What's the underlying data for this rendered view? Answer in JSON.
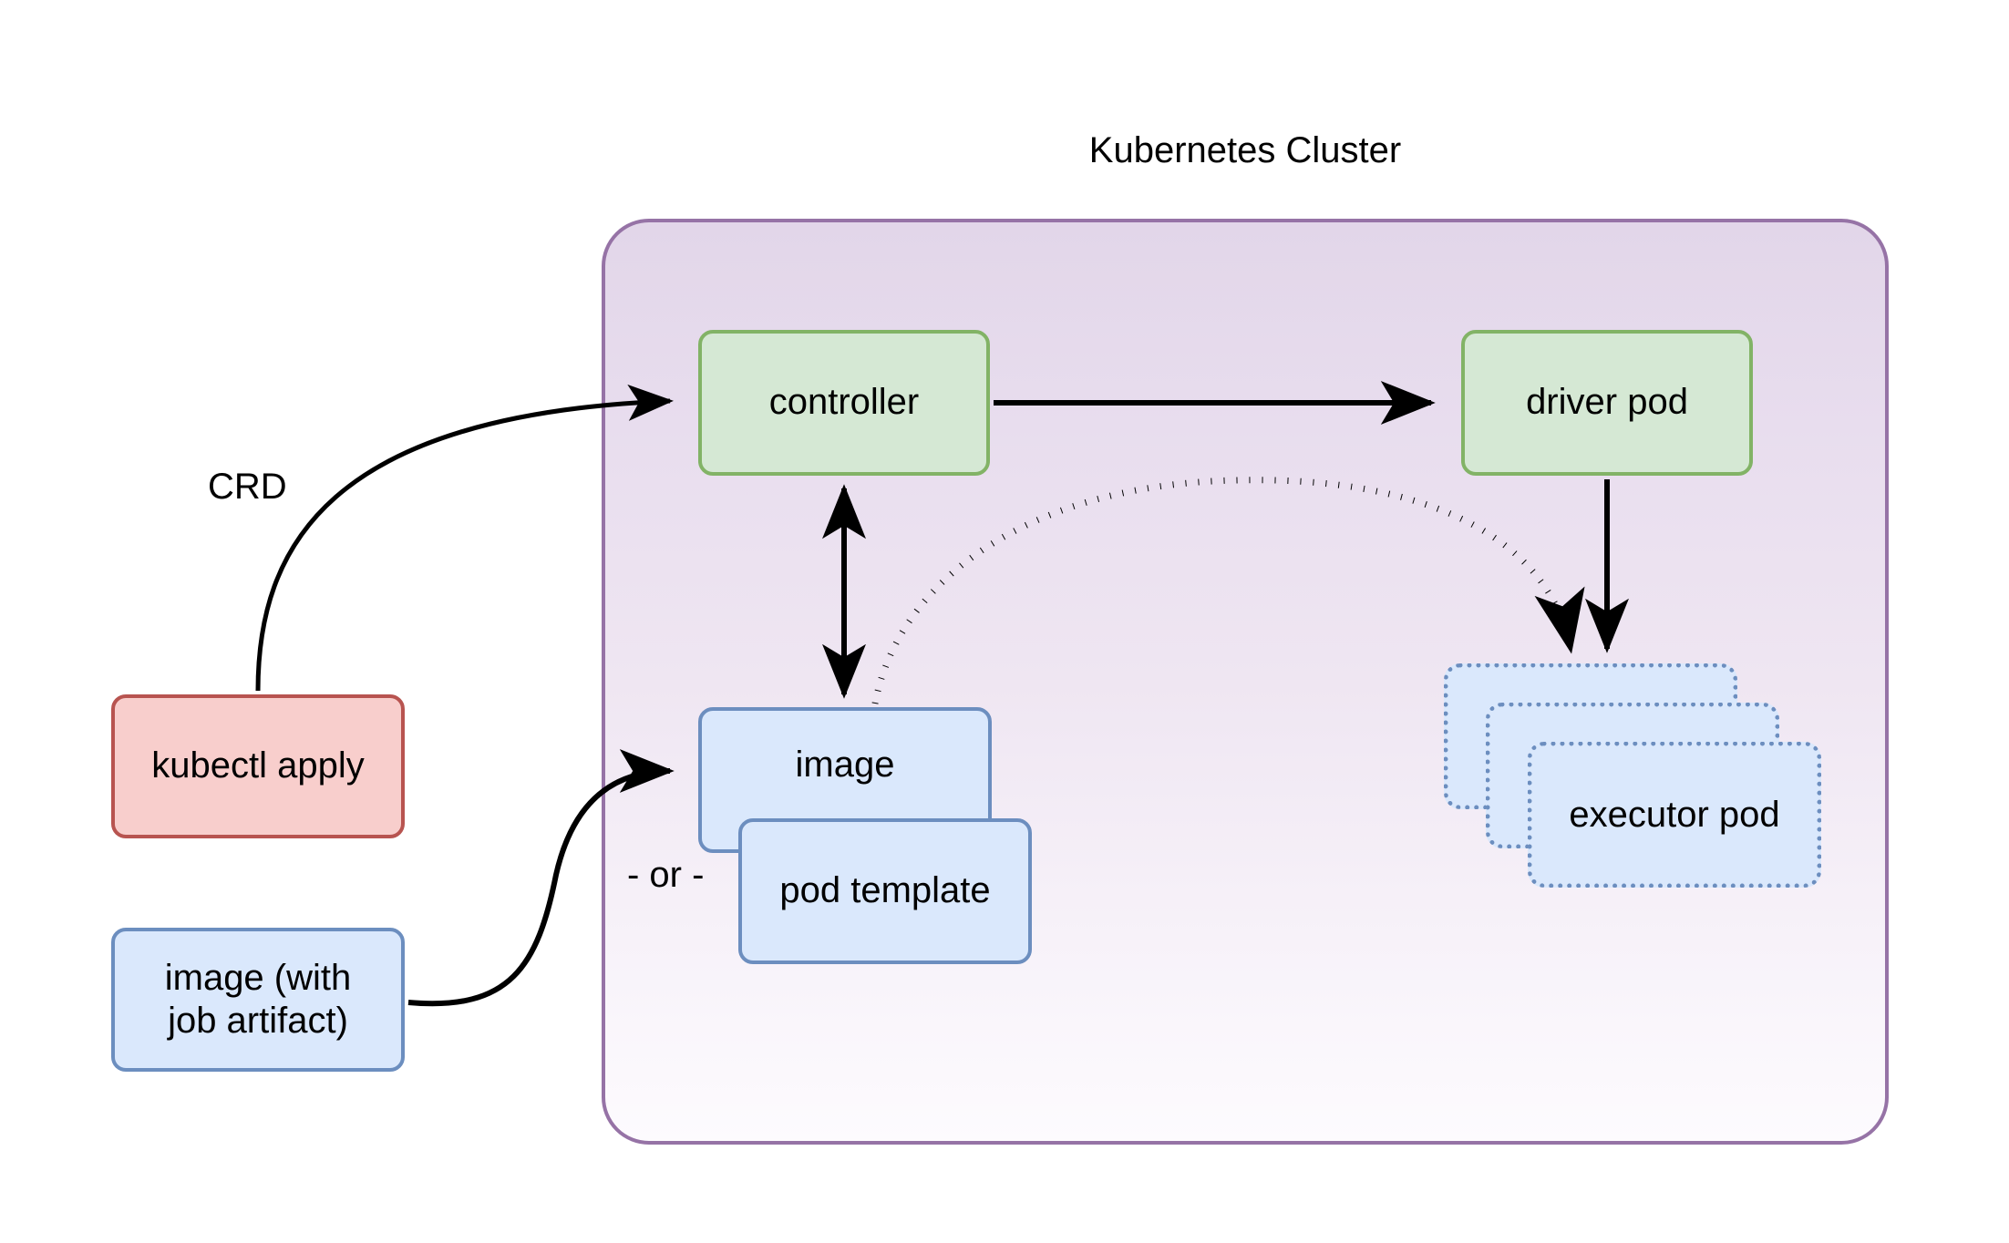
{
  "diagram": {
    "title": "Kubernetes Cluster",
    "cluster": {
      "label": "Kubernetes Cluster",
      "fill_top": "#e1d5e7",
      "fill_bottom": "#fdfbfe",
      "stroke": "#9673a6"
    },
    "colors": {
      "green_fill": "#d5e8d4",
      "green_stroke": "#82b366",
      "red_fill": "#f8cecc",
      "red_stroke": "#b85450",
      "blue_fill": "#dae8fc",
      "blue_stroke": "#6c8ebf",
      "purple_fill": "#e1d5e7",
      "purple_stroke": "#9673a6",
      "edge": "#000000"
    },
    "nodes": [
      {
        "id": "controller",
        "label": "controller",
        "style": "green",
        "inside_cluster": true
      },
      {
        "id": "driver-pod",
        "label": "driver pod",
        "style": "green",
        "inside_cluster": true
      },
      {
        "id": "kubectl-apply",
        "label": "kubectl apply",
        "style": "red",
        "inside_cluster": false
      },
      {
        "id": "image-artifact",
        "label": "image (with\njob artifact)",
        "style": "blue",
        "inside_cluster": false
      },
      {
        "id": "image",
        "label": "image",
        "style": "blue",
        "inside_cluster": true
      },
      {
        "id": "pod-template",
        "label": "pod template",
        "style": "blue",
        "inside_cluster": true
      },
      {
        "id": "executor-1",
        "label": "executor pod",
        "style": "blue-dotted",
        "inside_cluster": true
      },
      {
        "id": "executor-2",
        "label": "executor pod",
        "style": "blue-dotted",
        "inside_cluster": true
      },
      {
        "id": "executor-3",
        "label": "executor pod",
        "style": "blue-dotted",
        "inside_cluster": true
      }
    ],
    "edges": [
      {
        "id": "kubectl-to-controller",
        "from": "kubectl-apply",
        "to": "controller",
        "label": "CRD",
        "style": "solid",
        "arrow": "end"
      },
      {
        "id": "controller-to-driver",
        "from": "controller",
        "to": "driver-pod",
        "label": "",
        "style": "solid",
        "arrow": "end"
      },
      {
        "id": "controller-image",
        "from": "controller",
        "to": "image",
        "label": "",
        "style": "solid",
        "arrow": "both"
      },
      {
        "id": "artifact-to-image",
        "from": "image-artifact",
        "to": "image",
        "label": "",
        "style": "solid",
        "arrow": "end"
      },
      {
        "id": "driver-to-executors",
        "from": "driver-pod",
        "to": "executor-1",
        "label": "",
        "style": "solid",
        "arrow": "end"
      },
      {
        "id": "image-to-executors",
        "from": "image",
        "to": "executor-1",
        "label": "",
        "style": "dotted",
        "arrow": "end"
      }
    ],
    "labels": {
      "crd": "CRD",
      "or": "- or -"
    }
  }
}
